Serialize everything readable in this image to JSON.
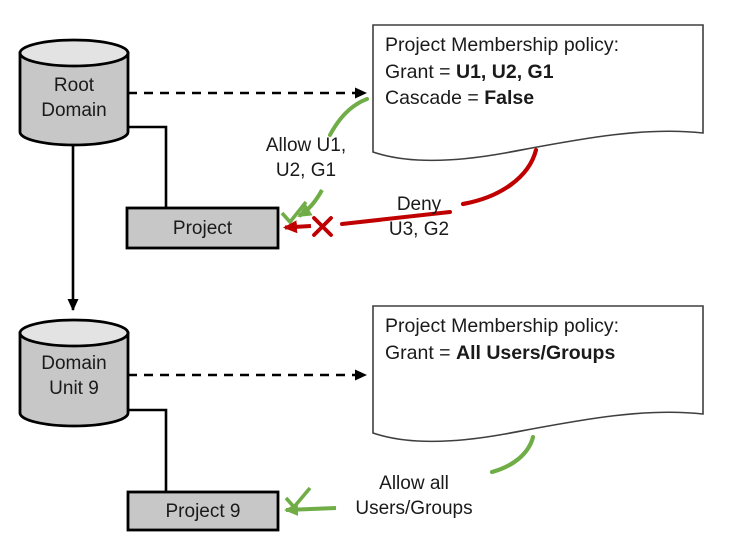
{
  "nodes": {
    "root_domain": {
      "line1": "Root",
      "line2": "Domain"
    },
    "project": {
      "label": "Project"
    },
    "domain_unit_9": {
      "line1": "Domain",
      "line2": "Unit 9"
    },
    "project_9": {
      "label": "Project 9"
    }
  },
  "policies": {
    "top": {
      "title": "Project Membership policy:",
      "grant_label": "Grant = ",
      "grant_value": "U1, U2, G1",
      "cascade_label": "Cascade = ",
      "cascade_value": "False"
    },
    "bottom": {
      "title": "Project Membership policy:",
      "grant_label": "Grant = ",
      "grant_value": "All Users/Groups"
    }
  },
  "annotations": {
    "allow_top": {
      "line1": "Allow U1,",
      "line2": "U2, G1"
    },
    "deny": {
      "line1": "Deny",
      "line2": "U3, G2"
    },
    "allow_bottom": {
      "line1": "Allow all",
      "line2": "Users/Groups"
    }
  },
  "icons": {
    "allow_check_top": "checkmark",
    "deny_cross": "x-mark",
    "allow_check_bottom": "checkmark"
  },
  "colors": {
    "allow_green": "#70AD47",
    "deny_red": "#C00000",
    "shape_fill": "#C7C7C7",
    "shape_fill_light": "#E3E3E3",
    "outline": "#000000",
    "document_border": "#3f3f3f"
  }
}
